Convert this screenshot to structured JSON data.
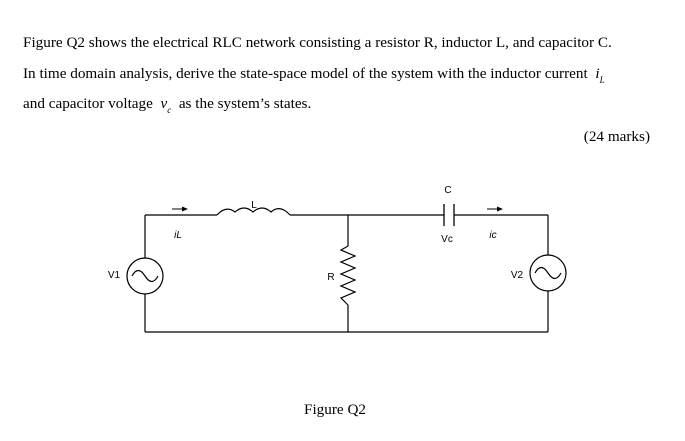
{
  "question": {
    "line1": "Figure Q2 shows the electrical RLC network consisting a resistor R, inductor L, and capacitor C.",
    "line2_text": "In time domain analysis, derive the state-space model of the system with the inductor current",
    "line2_var": "i",
    "line2_sub": "L",
    "line3_a": "and capacitor voltage",
    "line3_var": "v",
    "line3_sub": "c",
    "line3_b": "as the system’s states."
  },
  "marks": "(24 marks)",
  "figure": {
    "caption": "Figure Q2",
    "labels": {
      "C": "C",
      "L": "L",
      "R": "R",
      "iL": "iL",
      "Vc": "Vc",
      "ic": "ic",
      "V1": "V1",
      "V2": "V2"
    }
  }
}
